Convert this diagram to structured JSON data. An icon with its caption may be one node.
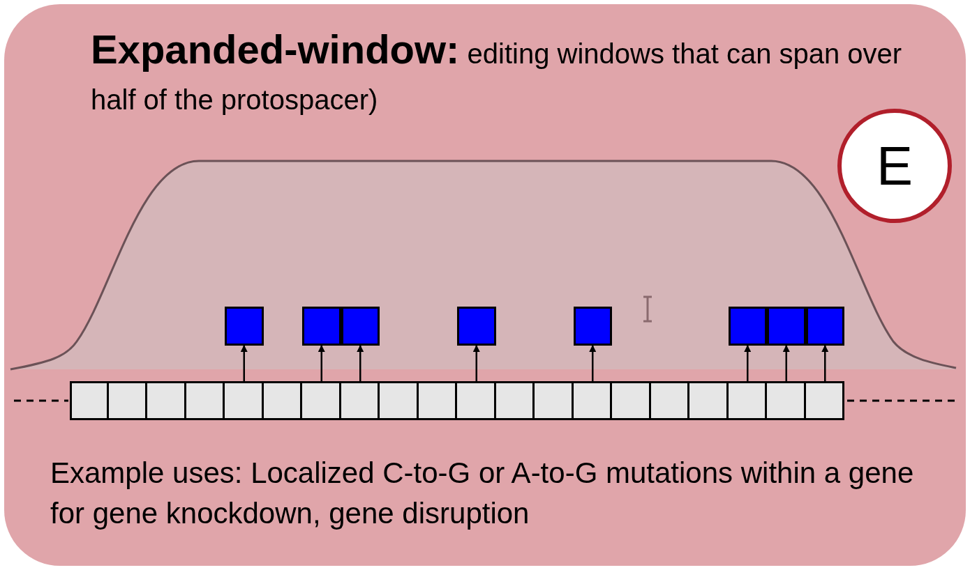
{
  "diagram": {
    "title": "**Expanded-window:** editing windows that can span over half of the protospacer)",
    "nodes": [
      {
        "text": [
          "E"
        ]
      },
      {
        "text": [],
        "shape": "box"
      },
      {
        "text": [],
        "shape": "box"
      },
      {
        "text": [],
        "shape": "box"
      },
      {
        "text": [],
        "shape": "box"
      },
      {
        "text": [],
        "shape": "box"
      },
      {
        "text": [],
        "shape": "box"
      },
      {
        "text": [],
        "shape": "box"
      },
      {
        "text": [],
        "shape": "box"
      },
      {
        "text": [],
        "shape": "box"
      },
      {
        "text": [],
        "shape": "box"
      },
      {
        "text": [],
        "shape": "box"
      },
      {
        "text": [],
        "shape": "box"
      },
      {
        "text": [],
        "shape": "box"
      },
      {
        "text": [],
        "shape": "box"
      },
      {
        "text": [],
        "shape": "box"
      },
      {
        "text": [],
        "shape": "box"
      },
      {
        "text": [],
        "shape": "box"
      },
      {
        "text": [],
        "shape": "box"
      },
      {
        "text": [],
        "shape": "box"
      },
      {
        "text": [],
        "shape": "box"
      },
      {
        "text": [],
        "shape": "box"
      },
      {
        "text": [],
        "shape": "box"
      },
      {
        "text": [],
        "shape": "box"
      },
      {
        "text": [],
        "shape": "box"
      },
      {
        "text": [],
        "shape": "box"
      },
      {
        "text": [],
        "shape": "box"
      },
      {
        "text": [],
        "shape": "box"
      },
      {
        "text": [],
        "shape": "box"
      }
    ],
    "edges": [
      {
        "from": 13,
        "to": 1,
        "arrow": "to"
      },
      {
        "from": 15,
        "to": 2,
        "arrow": "to"
      },
      {
        "from": 16,
        "to": 3,
        "arrow": "to"
      },
      {
        "from": 19,
        "to": 4,
        "arrow": "to"
      },
      {
        "from": 22,
        "to": 5,
        "arrow": "to"
      },
      {
        "from": 26,
        "to": 6,
        "arrow": "to"
      },
      {
        "from": 27,
        "to": 7,
        "arrow": "to"
      },
      {
        "from": 28,
        "to": 8,
        "arrow": "to"
      }
    ],
    "labels": [
      "Example uses: Localized C-to-G or A-to-G mutations within a gene for gene knockdown, gene disruption"
    ]
  }
}
